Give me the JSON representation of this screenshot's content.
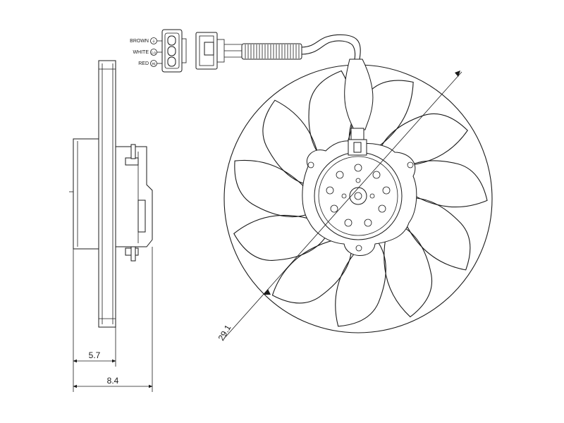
{
  "connector_pins": [
    {
      "wire": "BROWN",
      "mark": "⏚"
    },
    {
      "wire": "WHITE",
      "mark": "Lo"
    },
    {
      "wire": "RED",
      "mark": "Hi"
    }
  ],
  "dimensions": {
    "diameter": "29.1",
    "depth_inner": "5.7",
    "depth_total": "8.4"
  },
  "fan": {
    "blade_count": 11
  }
}
